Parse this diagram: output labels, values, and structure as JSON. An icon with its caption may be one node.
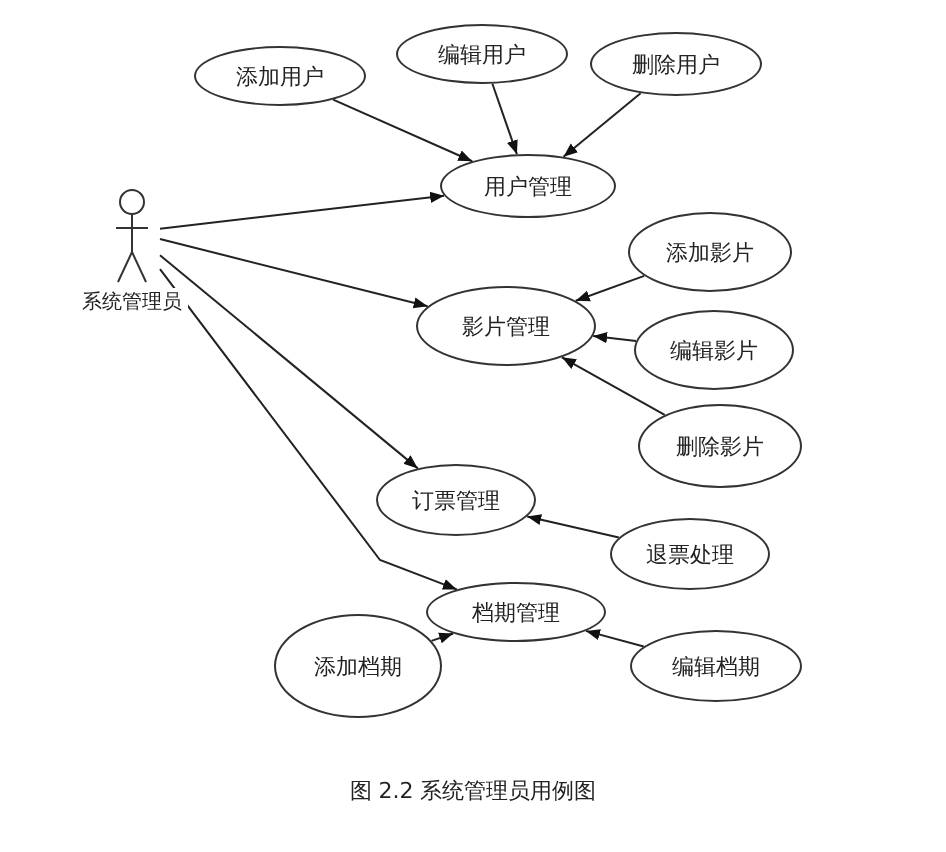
{
  "diagram": {
    "caption": "图 2.2 系统管理员用例图",
    "nodes": [
      {
        "text": [
          "系统管理员"
        ]
      },
      {
        "text": [
          "添加用户"
        ]
      },
      {
        "text": [
          "编辑用户"
        ]
      },
      {
        "text": [
          "删除用户"
        ]
      },
      {
        "text": [
          "用户管理"
        ]
      },
      {
        "text": [
          "添加影片"
        ]
      },
      {
        "text": [
          "影片管理"
        ]
      },
      {
        "text": [
          "编辑影片"
        ]
      },
      {
        "text": [
          "删除影片"
        ]
      },
      {
        "text": [
          "订票管理"
        ]
      },
      {
        "text": [
          "退票处理"
        ]
      },
      {
        "text": [
          "档期管理"
        ]
      },
      {
        "text": [
          "添加档期"
        ]
      },
      {
        "text": [
          "编辑档期"
        ]
      }
    ],
    "edges": [
      {
        "from": 0,
        "to": 4,
        "arrow": "to"
      },
      {
        "from": 0,
        "to": 6,
        "arrow": "to"
      },
      {
        "from": 0,
        "to": 9,
        "arrow": "to"
      },
      {
        "from": 0,
        "to": 11,
        "arrow": "to"
      },
      {
        "from": 1,
        "to": 4,
        "arrow": "to"
      },
      {
        "from": 2,
        "to": 4,
        "arrow": "to"
      },
      {
        "from": 3,
        "to": 4,
        "arrow": "to"
      },
      {
        "from": 5,
        "to": 6,
        "arrow": "to"
      },
      {
        "from": 7,
        "to": 6,
        "arrow": "to"
      },
      {
        "from": 8,
        "to": 6,
        "arrow": "to"
      },
      {
        "from": 10,
        "to": 9,
        "arrow": "to"
      },
      {
        "from": 12,
        "to": 11,
        "arrow": "to"
      },
      {
        "from": 13,
        "to": 11,
        "arrow": "to"
      }
    ]
  }
}
